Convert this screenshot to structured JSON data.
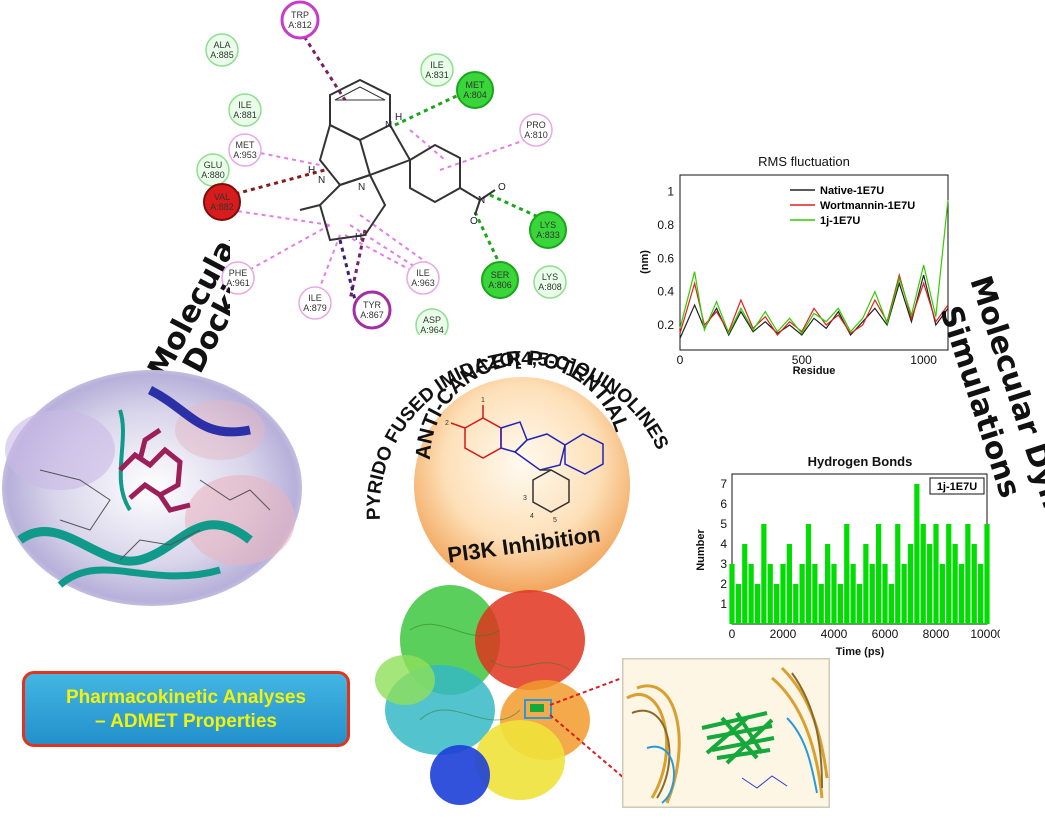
{
  "labels": {
    "docking": [
      "Molecular",
      "Docking"
    ],
    "md": [
      "Molecular Dynamic",
      "Simulations"
    ],
    "circle_arc_top": "PYRIDO FUSED IMIDAZO[4,5-C]QUINOLINES",
    "anti_cancer": "ANTI-CANCER POTENTIAL",
    "pi3k": "PI3K Inhibition",
    "admet_line1": "Pharmacokinetic Analyses",
    "admet_line2": "– ADMET Properties"
  },
  "interaction_map": {
    "residues": [
      {
        "name": "TRP",
        "id": "A:812"
      },
      {
        "name": "ALA",
        "id": "A:885"
      },
      {
        "name": "ILE",
        "id": "A:831"
      },
      {
        "name": "MET",
        "id": "A:804"
      },
      {
        "name": "ILE",
        "id": "A:881"
      },
      {
        "name": "PRO",
        "id": "A:810"
      },
      {
        "name": "MET",
        "id": "A:953"
      },
      {
        "name": "GLU",
        "id": "A:880"
      },
      {
        "name": "VAL",
        "id": "A:882"
      },
      {
        "name": "LYS",
        "id": "A:833"
      },
      {
        "name": "SER",
        "id": "A:806"
      },
      {
        "name": "LYS",
        "id": "A:808"
      },
      {
        "name": "PHE",
        "id": "A:961"
      },
      {
        "name": "ILE",
        "id": "A:963"
      },
      {
        "name": "ILE",
        "id": "A:879"
      },
      {
        "name": "TYR",
        "id": "A:867"
      },
      {
        "name": "ASP",
        "id": "A:964"
      }
    ],
    "atoms": {
      "h1": "H",
      "h2": "H",
      "h3": "H",
      "n1": "N",
      "n2": "N",
      "n3": "N",
      "n4": "N",
      "o1": "O",
      "o2": "O"
    }
  },
  "molecule_labels": {
    "r1": "1",
    "r2": "2",
    "r3": "3",
    "r4": "4",
    "r5": "5"
  },
  "colors": {
    "hbond": "#1ba51b",
    "pi_alkyl": "#e27ee8",
    "pi_sigma": "#7b1f64",
    "unfavorable": "#8b1a1a",
    "rmsf_native": "#222222",
    "rmsf_wortmannin": "#e02020",
    "rmsf_1j": "#33cc00",
    "hbonds": "#00dd00",
    "admet_text": "#f2f20a"
  },
  "chart_data": [
    {
      "type": "line",
      "title": "RMS fluctuation",
      "xlabel": "Residue",
      "ylabel": "(nm)",
      "xlim": [
        0,
        1100
      ],
      "ylim": [
        0.05,
        1.1
      ],
      "xticks": [
        "0",
        "500",
        "1000"
      ],
      "yticks": [
        "0.2",
        "0.4",
        "0.6",
        "0.8",
        "1"
      ],
      "legend_position": "top-right",
      "series": [
        {
          "name": "Native-1E7U",
          "x": [
            0,
            60,
            100,
            150,
            200,
            250,
            300,
            350,
            400,
            450,
            500,
            550,
            600,
            650,
            700,
            750,
            800,
            850,
            900,
            950,
            1000,
            1050,
            1100
          ],
          "values": [
            0.12,
            0.32,
            0.18,
            0.3,
            0.14,
            0.28,
            0.16,
            0.22,
            0.15,
            0.2,
            0.14,
            0.24,
            0.18,
            0.28,
            0.14,
            0.22,
            0.3,
            0.2,
            0.45,
            0.22,
            0.5,
            0.2,
            0.3
          ]
        },
        {
          "name": "Wortmannin-1E7U",
          "x": [
            0,
            60,
            100,
            150,
            200,
            250,
            300,
            350,
            400,
            450,
            500,
            550,
            600,
            650,
            700,
            750,
            800,
            850,
            900,
            950,
            1000,
            1050,
            1100
          ],
          "values": [
            0.15,
            0.45,
            0.2,
            0.28,
            0.16,
            0.35,
            0.18,
            0.25,
            0.14,
            0.22,
            0.16,
            0.3,
            0.2,
            0.26,
            0.15,
            0.2,
            0.35,
            0.22,
            0.5,
            0.24,
            0.45,
            0.22,
            0.32
          ]
        },
        {
          "name": "1j-1E7U",
          "x": [
            0,
            60,
            100,
            150,
            200,
            250,
            300,
            350,
            400,
            450,
            500,
            550,
            600,
            650,
            700,
            750,
            800,
            850,
            900,
            950,
            1000,
            1050,
            1100
          ],
          "values": [
            0.18,
            0.52,
            0.17,
            0.34,
            0.15,
            0.3,
            0.17,
            0.28,
            0.16,
            0.24,
            0.15,
            0.27,
            0.22,
            0.3,
            0.16,
            0.24,
            0.4,
            0.21,
            0.48,
            0.26,
            0.56,
            0.25,
            0.95
          ]
        }
      ]
    },
    {
      "type": "bar",
      "title": "Hydrogen Bonds",
      "xlabel": "Time (ps)",
      "ylabel": "Number",
      "xlim": [
        0,
        10000
      ],
      "ylim": [
        0,
        7.5
      ],
      "xticks": [
        "0",
        "2000",
        "4000",
        "6000",
        "8000",
        "10000"
      ],
      "yticks": [
        "1",
        "2",
        "3",
        "4",
        "5",
        "6",
        "7"
      ],
      "legend_position": "top-right",
      "series": [
        {
          "name": "1j-1E7U",
          "x": [
            0,
            250,
            500,
            750,
            1000,
            1250,
            1500,
            1750,
            2000,
            2250,
            2500,
            2750,
            3000,
            3250,
            3500,
            3750,
            4000,
            4250,
            4500,
            4750,
            5000,
            5250,
            5500,
            5750,
            6000,
            6250,
            6500,
            6750,
            7000,
            7250,
            7500,
            7750,
            8000,
            8250,
            8500,
            8750,
            9000,
            9250,
            9500,
            9750,
            10000
          ],
          "values": [
            3,
            2,
            4,
            3,
            2,
            5,
            3,
            2,
            3,
            4,
            2,
            3,
            5,
            3,
            2,
            4,
            3,
            2,
            5,
            3,
            2,
            4,
            3,
            5,
            3,
            2,
            5,
            3,
            4,
            7,
            5,
            4,
            5,
            3,
            5,
            4,
            3,
            5,
            4,
            3,
            5
          ]
        }
      ]
    }
  ]
}
